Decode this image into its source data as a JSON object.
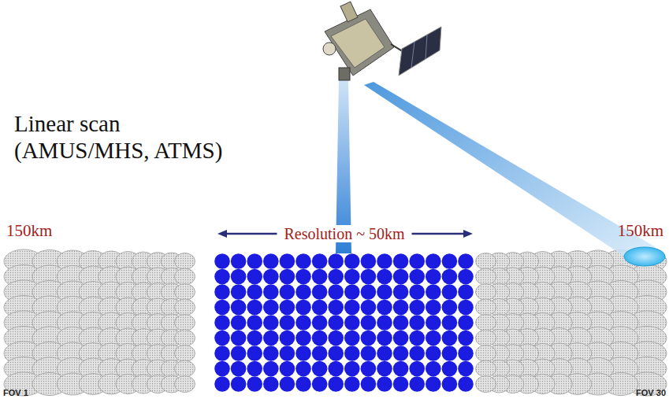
{
  "diagram": {
    "labels": [
      "Linear scan",
      "(AMUS/MHS, ATMS)",
      "150km",
      "Resolution ~ 50km",
      "150km",
      "FOV 1",
      "FOV 30"
    ]
  }
}
